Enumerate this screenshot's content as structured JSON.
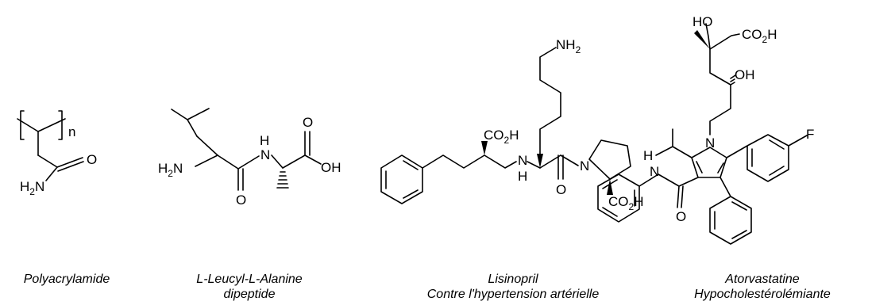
{
  "molecules": [
    {
      "caption_lines": [
        "Polyacrylamide"
      ],
      "atoms": {
        "nh2": "H2N",
        "o": "O",
        "n": "n"
      }
    },
    {
      "caption_lines": [
        "L-Leucyl-L-Alanine",
        "dipeptide"
      ],
      "atoms": {
        "h2n": "H2N",
        "n": "N",
        "h": "H",
        "o_carbonyl": "O",
        "o_acid": "O",
        "oh": "OH"
      }
    },
    {
      "caption_lines": [
        "Lisinopril",
        "Contre l'hypertension artérielle"
      ],
      "atoms": {
        "nh2": "NH2",
        "co2h_top": "CO2H",
        "n_amine": "N",
        "h": "H",
        "o": "O",
        "n_ring": "N",
        "co2h_bottom": "CO2H"
      }
    },
    {
      "caption_lines": [
        "Atorvastatine",
        "Hypocholestérolémiante"
      ],
      "atoms": {
        "ho": "HO",
        "co2h": "CO2H",
        "oh": "OH",
        "n_ring": "N",
        "f": "F",
        "n_amide": "N",
        "h": "H",
        "o": "O"
      }
    }
  ]
}
